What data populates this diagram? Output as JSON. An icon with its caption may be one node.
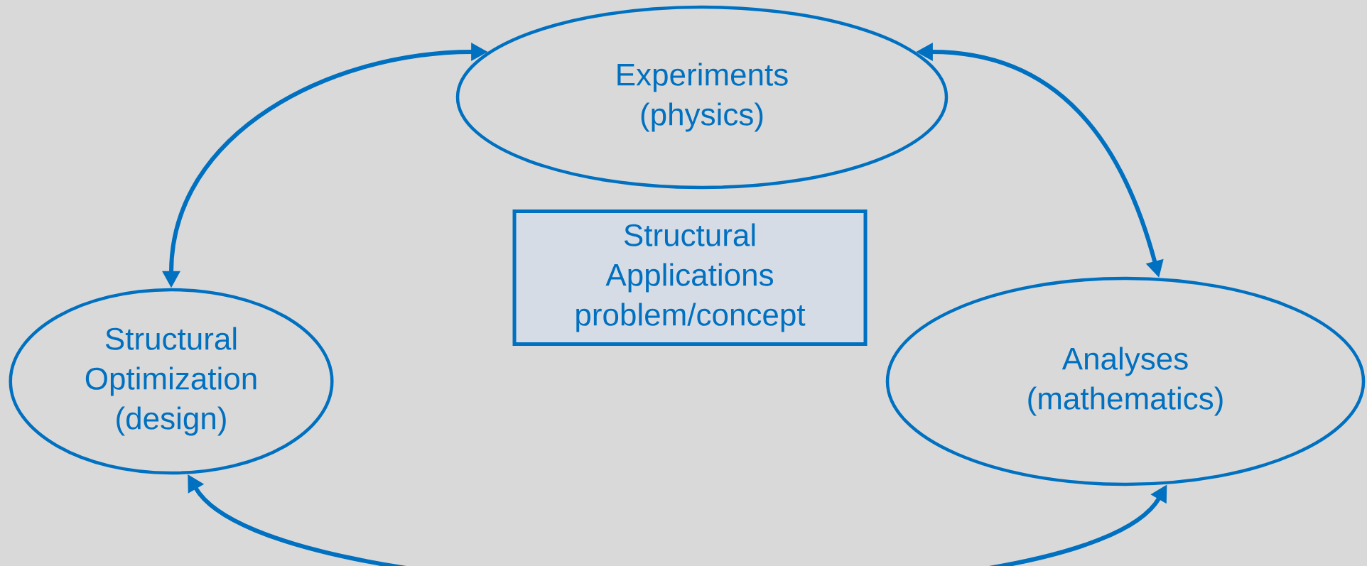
{
  "diagram": {
    "nodes": [
      {
        "text": [
          "Experiments (physics)"
        ]
      },
      {
        "text": [
          "Structural Applications problem/concept"
        ]
      },
      {
        "text": [
          "Structural Optimization (design)"
        ]
      },
      {
        "text": [
          "Analyses (mathematics)"
        ]
      }
    ],
    "edges": [
      {
        "from": 2,
        "to": 0,
        "arrow": "both"
      },
      {
        "from": 0,
        "to": 3,
        "arrow": "both"
      },
      {
        "from": 2,
        "to": 3,
        "arrow": "both"
      }
    ]
  }
}
